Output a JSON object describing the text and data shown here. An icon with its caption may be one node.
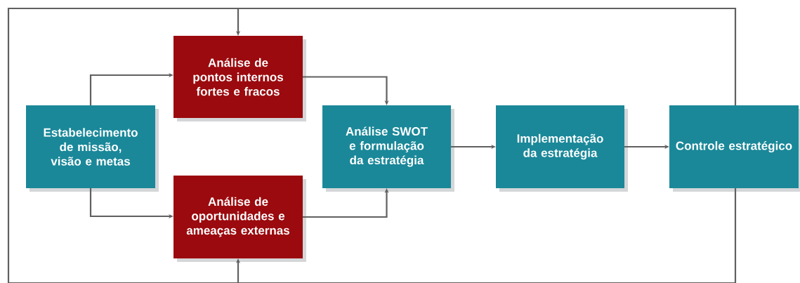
{
  "diagram": {
    "nodes": [
      {
        "text": [
          "Estabelecimento de missão, visão e metas"
        ]
      },
      {
        "text": [
          "Análise de pontos internos fortes e fracos"
        ]
      },
      {
        "text": [
          "Análise de oportunidades e ameaças externas"
        ]
      },
      {
        "text": [
          "Análise SWOT e formulação da estratégia"
        ]
      },
      {
        "text": [
          "Implementação da estratégia"
        ]
      },
      {
        "text": [
          "Controle estratégico"
        ]
      }
    ],
    "edges": [
      {
        "from": 0,
        "to": 1,
        "arrow": "to"
      },
      {
        "from": 0,
        "to": 2,
        "arrow": "to"
      },
      {
        "from": 1,
        "to": 3,
        "arrow": "to"
      },
      {
        "from": 2,
        "to": 3,
        "arrow": "to"
      },
      {
        "from": 3,
        "to": 4,
        "arrow": "to"
      },
      {
        "from": 4,
        "to": 5,
        "arrow": "to"
      },
      {
        "from": 5,
        "to": 1,
        "arrow": "to"
      },
      {
        "from": 5,
        "to": 2,
        "arrow": "to"
      }
    ]
  }
}
